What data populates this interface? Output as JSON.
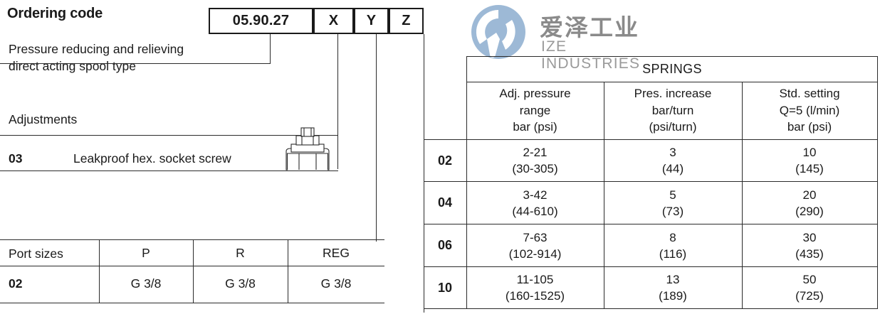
{
  "page_title": "Ordering code",
  "ordering_code": {
    "segments": [
      {
        "value": "05.90.27",
        "name": "base-code"
      },
      {
        "value": "X",
        "name": "x-variant"
      },
      {
        "value": "Y",
        "name": "y-variant"
      },
      {
        "value": "Z",
        "name": "z-variant"
      }
    ]
  },
  "description": {
    "text": "Pressure reducing and relieving\ndirect acting spool type"
  },
  "adjustments": {
    "label": "Adjustments",
    "rows": [
      {
        "code": "03",
        "desc": "Leakproof hex. socket screw"
      }
    ],
    "icon": "hex-socket-screw-drawing"
  },
  "port_sizes": {
    "headers": [
      "Port sizes",
      "P",
      "R",
      "REG"
    ],
    "rows": [
      {
        "code": "02",
        "values": [
          "G 3/8",
          "G 3/8",
          "G 3/8"
        ]
      }
    ]
  },
  "springs": {
    "title": "SPRINGS",
    "headers": [
      "Adj. pressure\nrange\nbar (psi)",
      "Pres. increase\nbar/turn\n(psi/turn)",
      "Std. setting\nQ=5 (l/min)\nbar (psi)"
    ],
    "rows": [
      {
        "code": "02",
        "adj_range_bar": "2-21",
        "adj_range_psi": "(30-305)",
        "increase_bar": "3",
        "increase_psi": "(44)",
        "std_bar": "10",
        "std_psi": "(145)"
      },
      {
        "code": "04",
        "adj_range_bar": "3-42",
        "adj_range_psi": "(44-610)",
        "increase_bar": "5",
        "increase_psi": "(73)",
        "std_bar": "20",
        "std_psi": "(290)"
      },
      {
        "code": "06",
        "adj_range_bar": "7-63",
        "adj_range_psi": "(102-914)",
        "increase_bar": "8",
        "increase_psi": "(116)",
        "std_bar": "30",
        "std_psi": "(435)"
      },
      {
        "code": "10",
        "adj_range_bar": "11-105",
        "adj_range_psi": "(160-1525)",
        "increase_bar": "13",
        "increase_psi": "(189)",
        "std_bar": "50",
        "std_psi": "(725)"
      }
    ]
  },
  "watermark": {
    "name_cn": "爱泽工业",
    "name_en": "IZE INDUSTRIES",
    "mark_color": "#9db9d6"
  }
}
